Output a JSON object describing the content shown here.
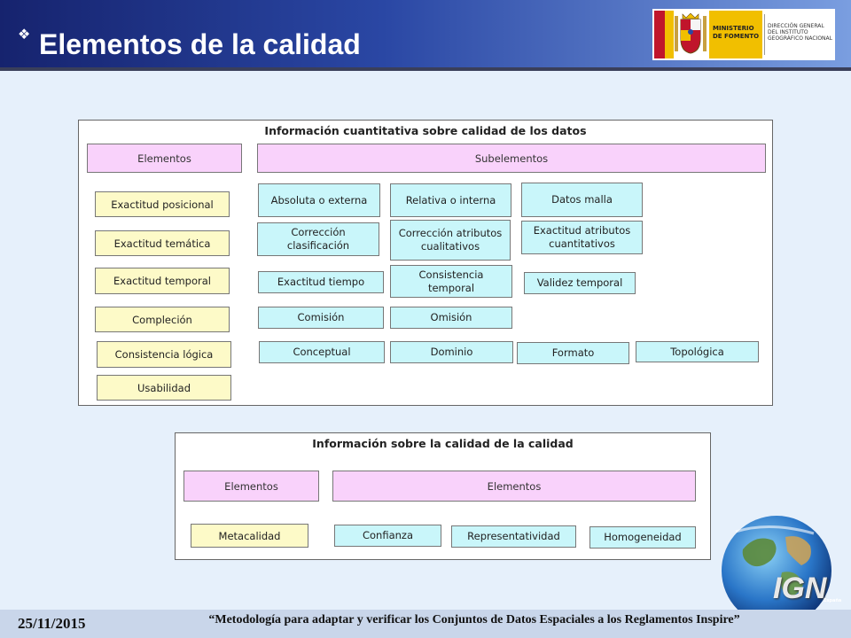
{
  "slide": {
    "title_bullet": "❖",
    "title": "Elementos de la calidad"
  },
  "logo": {
    "ministry": "MINISTERIO DE FOMENTO",
    "directorate": "DIRECCIÓN GENERAL DEL INSTITUTO GEOGRÁFICO NACIONAL",
    "globe_brand": "IGN",
    "globe_sub": "España"
  },
  "quantitative": {
    "title": "Información cuantitativa sobre calidad de los datos",
    "header_elements": "Elementos",
    "header_subelements": "Subelementos",
    "elements": [
      "Exactitud posicional",
      "Exactitud temática",
      "Exactitud temporal",
      "Compleción",
      "Consistencia lógica",
      "Usabilidad"
    ],
    "subelements": {
      "positional": [
        "Absoluta o externa",
        "Relativa o interna",
        "Datos malla"
      ],
      "thematic": [
        "Corrección clasificación",
        "Corrección atributos cualitativos",
        "Exactitud atributos cuantitativos"
      ],
      "temporal": [
        "Exactitud tiempo",
        "Consistencia temporal",
        "Validez temporal"
      ],
      "completeness": [
        "Comisión",
        "Omisión"
      ],
      "logical": [
        "Conceptual",
        "Dominio",
        "Formato",
        "Topológica"
      ]
    }
  },
  "qualitative": {
    "title": "Información sobre la calidad de la calidad",
    "header_elements_left": "Elementos",
    "header_elements_right": "Elementos",
    "elements": [
      "Metacalidad"
    ],
    "subelements": [
      "Confianza",
      "Representatividad",
      "Homogeneidad"
    ]
  },
  "footer": {
    "date": "25/11/2015",
    "text": "“Metodología para adaptar y verificar los Conjuntos de Datos Espaciales a los Reglamentos Inspire”"
  },
  "colors": {
    "header_dark": "#16236e",
    "header_light": "#7a9ee0",
    "pink": "#f9d2fb",
    "yellow": "#fdfac8",
    "cyan": "#c9f6fa"
  }
}
